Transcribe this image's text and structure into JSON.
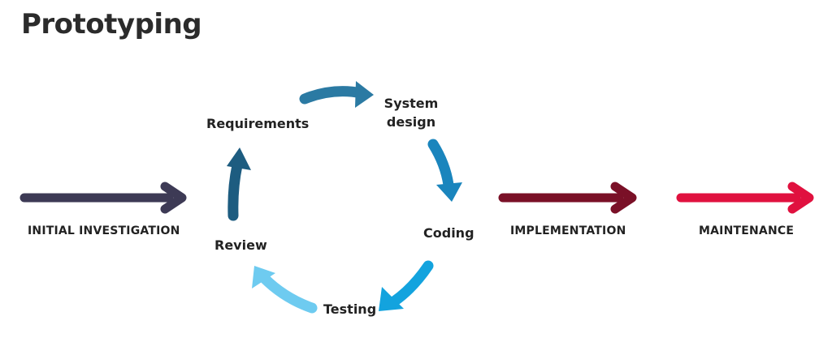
{
  "title": "Prototyping",
  "stages": {
    "initial": "INITIAL INVESTIGATION",
    "implementation": "IMPLEMENTATION",
    "maintenance": "MAINTENANCE"
  },
  "cycle": {
    "requirements": "Requirements",
    "system_design_line1": "System",
    "system_design_line2": "design",
    "coding": "Coding",
    "testing": "Testing",
    "review": "Review"
  },
  "colors": {
    "initial_arrow": "#3d3a55",
    "implementation_arrow": "#7a1027",
    "maintenance_arrow": "#e0113f",
    "cycle_requirements_to_design": "#2b7aa3",
    "cycle_design_to_coding": "#1a85bd",
    "cycle_coding_to_testing": "#13a3de",
    "cycle_testing_to_review": "#6ecbf0",
    "cycle_review_to_requirements": "#1d5c80",
    "text": "#222222"
  }
}
